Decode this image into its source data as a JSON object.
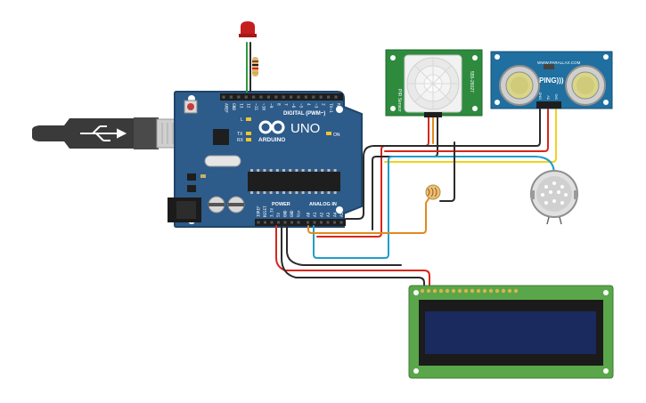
{
  "arduino": {
    "brand": "ARDUINO",
    "model": "UNO",
    "digital_header": "DIGITAL (PWM~)",
    "power_header": "POWER",
    "analog_header": "ANALOG IN",
    "on_label": "ON",
    "tx_label": "TX",
    "rx_label": "RX",
    "l_label": "L",
    "digital_pins": [
      "AREF",
      "GND",
      "13",
      "12",
      "~11",
      "~10",
      "~9",
      "8",
      "7",
      "~6",
      "~5",
      "4",
      "~3",
      "2",
      "TX→1",
      "RX←0"
    ],
    "power_pins": [
      "IOREF",
      "RESET",
      "3.3V",
      "5V",
      "GND",
      "GND",
      "Vin"
    ],
    "analog_pins": [
      "A0",
      "A1",
      "A2",
      "A3",
      "A4",
      "A5"
    ]
  },
  "pir_sensor": {
    "side_left": "PIR Sensor",
    "side_right": "555-28027"
  },
  "ping_sensor": {
    "label": "PING)))",
    "brand": "WWW.PARALLAX.COM",
    "pins": [
      "GND",
      "5V",
      "SIG"
    ]
  },
  "colors": {
    "board": "#2d5b8a",
    "wire_red": "#d8261b",
    "wire_black": "#2b2b2b",
    "wire_orange": "#e08a1e",
    "wire_blue": "#1f9ec9",
    "wire_yellow": "#f2d21b",
    "lcd_pcb": "#5aa64a",
    "lcd_screen": "#1a2a5e"
  }
}
